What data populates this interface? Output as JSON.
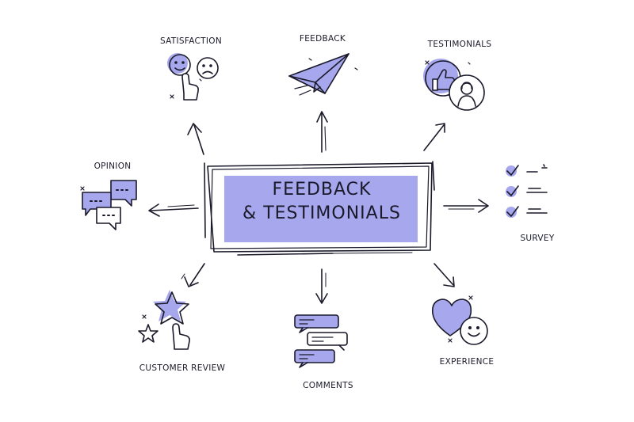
{
  "center": {
    "line1": "FEEDBACK",
    "line2": "& TESTIMONIALS"
  },
  "nodes": [
    {
      "id": "satisfaction",
      "label": "SATISFACTION",
      "icon": "emoji-faces-icon"
    },
    {
      "id": "feedback",
      "label": "FEEDBACK",
      "icon": "paper-plane-icon"
    },
    {
      "id": "testimonials",
      "label": "TESTIMONIALS",
      "icon": "thumbs-up-person-icon"
    },
    {
      "id": "opinion",
      "label": "OPINION",
      "icon": "chat-bubbles-icon"
    },
    {
      "id": "survey",
      "label": "SURVEY",
      "icon": "checklist-icon"
    },
    {
      "id": "customer_review",
      "label": "CUSTOMER REVIEW",
      "icon": "star-click-icon"
    },
    {
      "id": "comments",
      "label": "COMMENTS",
      "icon": "comment-bubbles-icon"
    },
    {
      "id": "experience",
      "label": "EXPERIENCE",
      "icon": "heart-smiley-icon"
    }
  ],
  "colors": {
    "accent": "#a7a7ee",
    "ink": "#1a1a2a"
  }
}
